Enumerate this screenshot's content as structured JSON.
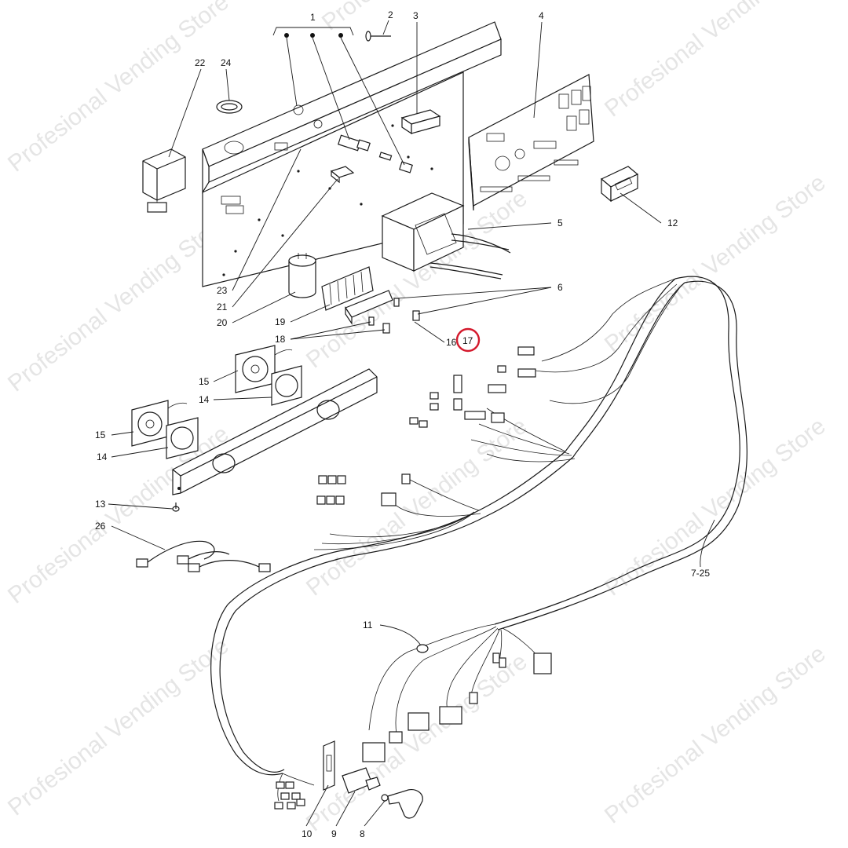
{
  "watermark": "Profesional Vending Store",
  "highlight": {
    "label": "17",
    "color": "#d4192c"
  },
  "callouts": [
    {
      "id": "c1",
      "label": "1"
    },
    {
      "id": "c2",
      "label": "2"
    },
    {
      "id": "c3",
      "label": "3"
    },
    {
      "id": "c4",
      "label": "4"
    },
    {
      "id": "c5",
      "label": "5"
    },
    {
      "id": "c6",
      "label": "6"
    },
    {
      "id": "c7",
      "label": "7-25"
    },
    {
      "id": "c8",
      "label": "8"
    },
    {
      "id": "c9",
      "label": "9"
    },
    {
      "id": "c10",
      "label": "10"
    },
    {
      "id": "c11",
      "label": "11"
    },
    {
      "id": "c12",
      "label": "12"
    },
    {
      "id": "c13",
      "label": "13"
    },
    {
      "id": "c14a",
      "label": "14"
    },
    {
      "id": "c14b",
      "label": "14"
    },
    {
      "id": "c15a",
      "label": "15"
    },
    {
      "id": "c15b",
      "label": "15"
    },
    {
      "id": "c16",
      "label": "16"
    },
    {
      "id": "c17",
      "label": "17"
    },
    {
      "id": "c18",
      "label": "18"
    },
    {
      "id": "c19",
      "label": "19"
    },
    {
      "id": "c20",
      "label": "20"
    },
    {
      "id": "c21",
      "label": "21"
    },
    {
      "id": "c22",
      "label": "22"
    },
    {
      "id": "c23",
      "label": "23"
    },
    {
      "id": "c24",
      "label": "24"
    },
    {
      "id": "c26",
      "label": "26"
    }
  ]
}
